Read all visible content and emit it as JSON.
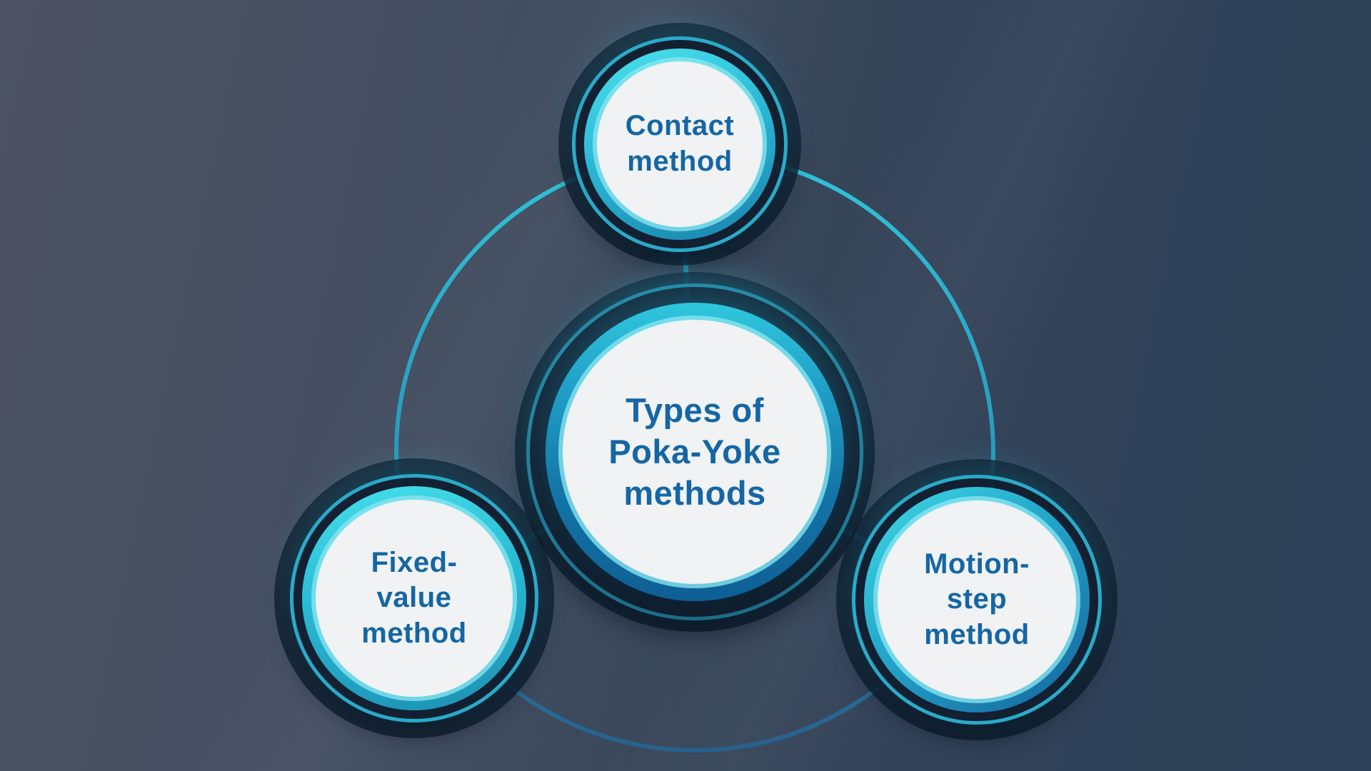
{
  "title": "Types of Poka-Yoke methods",
  "hub": {
    "label": "Types of\nPoka-Yoke\nmethods"
  },
  "nodes": [
    {
      "id": "contact",
      "label": "Contact\nmethod",
      "position": "top"
    },
    {
      "id": "fixed-value",
      "label": "Fixed-\nvalue\nmethod",
      "position": "bottom-left"
    },
    {
      "id": "motion-step",
      "label": "Motion-\nstep\nmethod",
      "position": "bottom-right"
    }
  ],
  "colors": {
    "background_left": "#4d5363",
    "background_right": "#2e4158",
    "connector_ring_top": "#31c4da",
    "connector_ring_bottom": "#28608c",
    "spoke_teal": "#2293b4",
    "node_ring_bright": "#4ae4ee",
    "node_ring_dark": "#1668a0",
    "hub_ring_top": "#2fc7dd",
    "hub_ring_bottom": "#0e5f95",
    "disc_fill": "#f0f2f3",
    "label_text": "#1566a4",
    "halo_navy": "#101e2f",
    "thin_ring": "#2aaac8"
  }
}
